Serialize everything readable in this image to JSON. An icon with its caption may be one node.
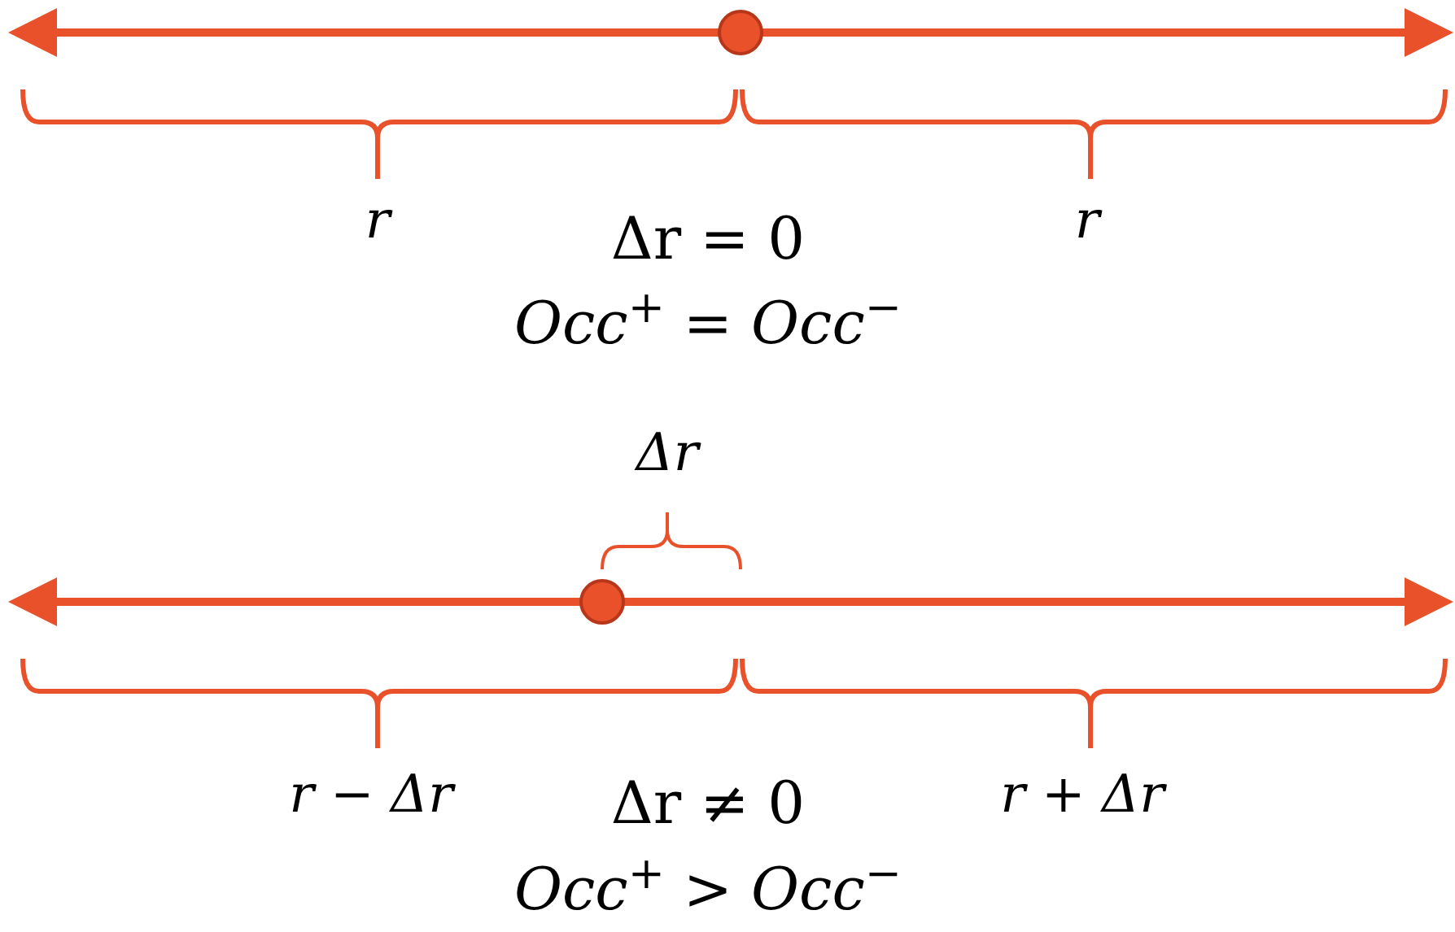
{
  "diagram": {
    "labels": [
      "r",
      "Δr = 0",
      "*Occ*$^{+}$ = *Occ*$^{−}$",
      "r",
      "Δr",
      "r − Δr",
      "Δr ≠ 0",
      "*Occ*$^{+}$ > *Occ*$^{−}$",
      "r + Δr"
    ]
  }
}
